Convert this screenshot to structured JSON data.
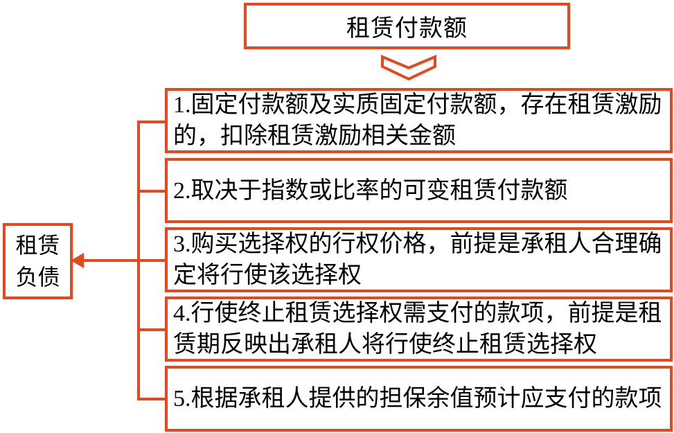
{
  "title_box": {
    "label": "租赁付款额"
  },
  "chevron": {
    "icon": "chevron-down-icon",
    "direction": "down"
  },
  "result_box": {
    "line1": "租赁",
    "line2": "负债"
  },
  "arrow": {
    "icon": "arrow-left-icon",
    "direction": "left",
    "from": "bracket",
    "to": "result_box"
  },
  "items": [
    "1.固定付款额及实质固定付款额，存在租赁激励的，扣除租赁激励相关金额",
    "2.取决于指数或比率的可变租赁付款额",
    "3.购买选择权的行权价格，前提是承租人合理确定将行使该选择权",
    "4.行使终止租赁选择权需支付的款项，前提是租赁期反映出承租人将行使终止租赁选择权",
    "5.根据承租人提供的担保余值预计应支付的款项"
  ],
  "colors": {
    "accent": "#E5481C",
    "text": "#000000",
    "background": "#FFFFFF",
    "box_fill": "#FFFFFF"
  }
}
